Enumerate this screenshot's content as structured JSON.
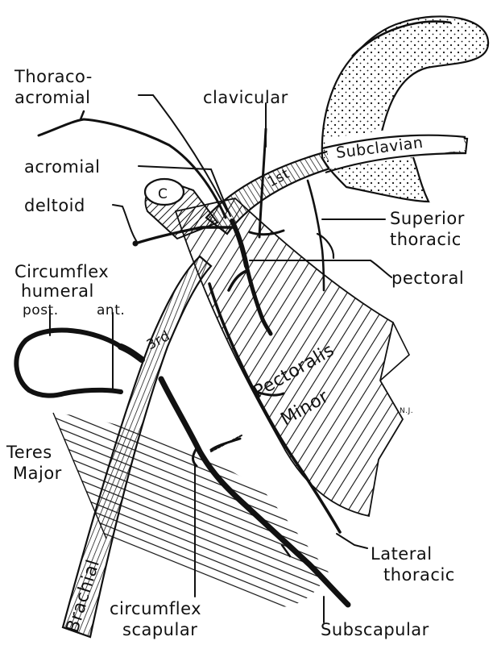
{
  "labels": {
    "thoraco": "Thoraco-",
    "acromial_1": "acromial",
    "clavicular": "clavicular",
    "subclavian": "Subclavian",
    "first": "1st",
    "acromial_2": "acromial",
    "c": "C",
    "deltoid": "deltoid",
    "superior": "Superior",
    "thoracic_1": "thoracic",
    "pectoral": "pectoral",
    "circumflex_1": "Circumflex",
    "humeral": "humeral",
    "post": "post.",
    "ant": "ant.",
    "third": "3rd",
    "pectoralis": "Pectoralis",
    "minor": "Minor",
    "initials": "N.J.",
    "teres": "Teres",
    "major": "Major",
    "lateral": "Lateral",
    "thoracic_2": "thoracic",
    "brachial": "Brachial",
    "circumflex_2": "circumflex",
    "scapular": "scapular",
    "subscapular": "Subscapular"
  },
  "colors": {
    "ink": "#111111",
    "paper": "#ffffff"
  }
}
